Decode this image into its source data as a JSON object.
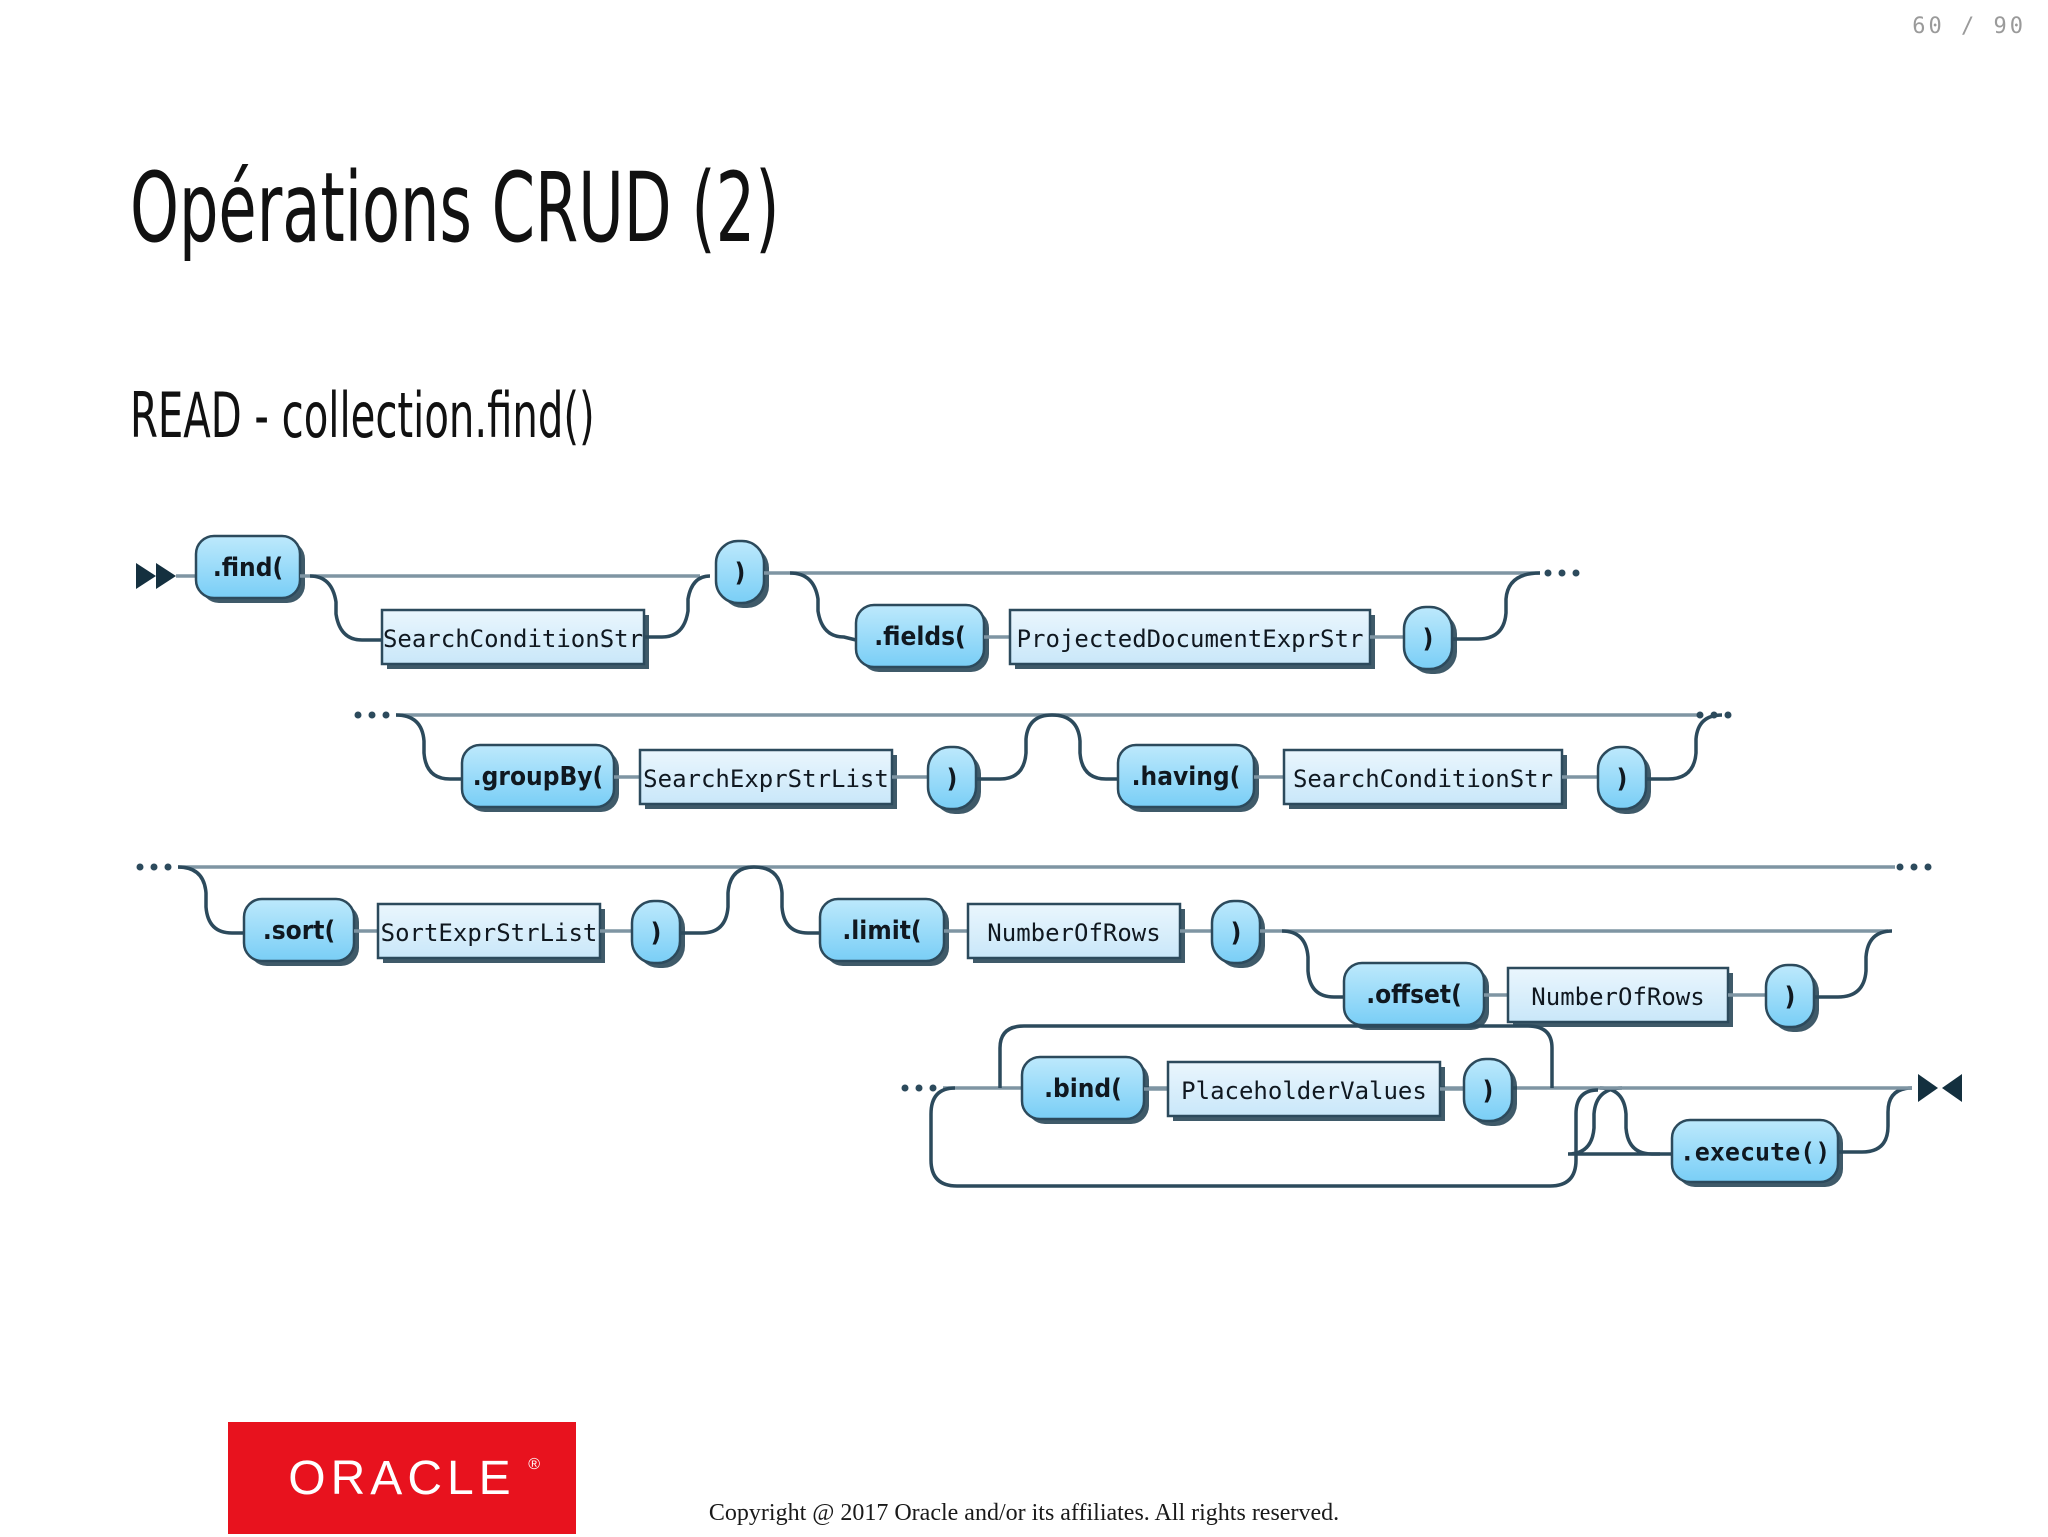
{
  "slide": {
    "page_number": "60  /  90",
    "title": "Opérations CRUD (2)",
    "subtitle": "READ - collection.find()",
    "copyright": "Copyright @ 2017 Oracle and/or its affiliates. All rights reserved.",
    "logo_text": "ORACLE",
    "logo_registered": "®",
    "logo_color": "#E8121E"
  },
  "colors": {
    "terminal_fill_top": "#AFE3FB",
    "terminal_fill_bottom": "#7FD2F7",
    "nonterminal_fill": "#DCEFFB",
    "rail_stroke": "#7f95a3",
    "rail_dark": "#2c4a5c",
    "text": "#101820",
    "page_number": "#9a9a9a"
  },
  "diagram": {
    "name": "collection-find-railroad",
    "type": "railroad-syntax-diagram",
    "start_marker": "double-triangle-right",
    "end_marker": "bowtie",
    "row_continuation": "...",
    "rows": [
      {
        "id": "row-1",
        "nodes": [
          {
            "kind": "terminal",
            "label": ".find("
          },
          {
            "kind": "nonterminal",
            "label": "SearchConditionStr",
            "optional": true
          },
          {
            "kind": "terminal",
            "label": ")"
          },
          {
            "kind": "terminal",
            "label": ".fields(",
            "optional": true
          },
          {
            "kind": "nonterminal",
            "label": "ProjectedDocumentExprStr"
          },
          {
            "kind": "terminal",
            "label": ")"
          }
        ]
      },
      {
        "id": "row-2",
        "nodes": [
          {
            "kind": "terminal",
            "label": ".groupBy(",
            "optional": true
          },
          {
            "kind": "nonterminal",
            "label": "SearchExprStrList"
          },
          {
            "kind": "terminal",
            "label": ")"
          },
          {
            "kind": "terminal",
            "label": ".having(",
            "optional": true
          },
          {
            "kind": "nonterminal",
            "label": "SearchConditionStr"
          },
          {
            "kind": "terminal",
            "label": ")"
          }
        ]
      },
      {
        "id": "row-3",
        "nodes": [
          {
            "kind": "terminal",
            "label": ".sort(",
            "optional": true
          },
          {
            "kind": "nonterminal",
            "label": "SortExprStrList"
          },
          {
            "kind": "terminal",
            "label": ")"
          },
          {
            "kind": "terminal",
            "label": ".limit(",
            "optional": true
          },
          {
            "kind": "nonterminal",
            "label": "NumberOfRows"
          },
          {
            "kind": "terminal",
            "label": ")"
          },
          {
            "kind": "terminal",
            "label": ".offset(",
            "optional": true
          },
          {
            "kind": "nonterminal",
            "label": "NumberOfRows"
          },
          {
            "kind": "terminal",
            "label": ")"
          }
        ]
      },
      {
        "id": "row-4",
        "nodes": [
          {
            "kind": "terminal",
            "label": ".bind(",
            "optional": true,
            "loop": true
          },
          {
            "kind": "nonterminal",
            "label": "PlaceholderValues"
          },
          {
            "kind": "terminal",
            "label": ")"
          },
          {
            "kind": "terminal",
            "label": ".execute()",
            "optional": true,
            "mono": true
          }
        ]
      }
    ]
  }
}
